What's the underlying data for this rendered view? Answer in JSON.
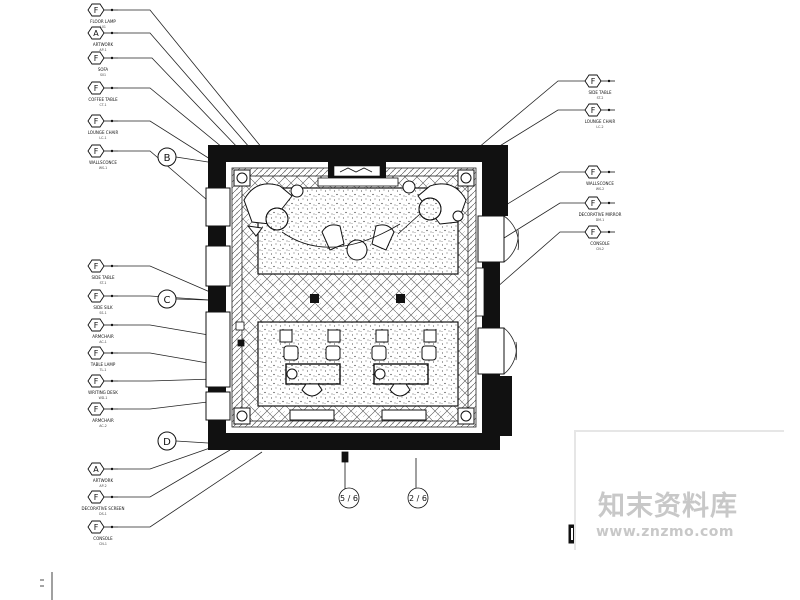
{
  "drawing": {
    "left_tags": [
      {
        "code": "F",
        "name": "FLOOR LAMP",
        "note": "L01"
      },
      {
        "code": "A",
        "name": "ARTWORK",
        "note": "AP-1"
      },
      {
        "code": "F",
        "name": "SOFA",
        "note": "S01"
      },
      {
        "code": "F",
        "name": "COFFEE TABLE",
        "note": "CT-1"
      },
      {
        "code": "F",
        "name": "LOUNGE CHAIR",
        "note": "LC-1"
      },
      {
        "code": "F",
        "name": "WALLSCONCE",
        "note": "WS-1"
      },
      {
        "code": "F",
        "name": "SIDE TABLE",
        "note": "ST-1"
      },
      {
        "code": "F",
        "name": "SIDE SILK",
        "note": "SS-1"
      },
      {
        "code": "F",
        "name": "ARMCHAIR",
        "note": "AC-1"
      },
      {
        "code": "F",
        "name": "TABLE LAMP",
        "note": "TL-1"
      },
      {
        "code": "F",
        "name": "WRITING DESK",
        "note": "WD-1"
      },
      {
        "code": "F",
        "name": "ARMCHAIR",
        "note": "AC-2"
      },
      {
        "code": "A",
        "name": "ARTWORK",
        "note": "AP-2"
      },
      {
        "code": "F",
        "name": "DECORATIVE SCREEN",
        "note": "DS-1"
      },
      {
        "code": "F",
        "name": "CONSOLE",
        "note": "CN-1"
      }
    ],
    "right_tags": [
      {
        "code": "F",
        "name": "SIDE TABLE",
        "note": "ST-2"
      },
      {
        "code": "F",
        "name": "LOUNGE CHAIR",
        "note": "LC-2"
      },
      {
        "code": "F",
        "name": "WALLSCONCE",
        "note": "WS-2"
      },
      {
        "code": "F",
        "name": "DECORATIVE MIRROR",
        "note": "DM-1"
      },
      {
        "code": "F",
        "name": "CONSOLE",
        "note": "CN-2"
      }
    ],
    "grid_bubbles": {
      "b": "B",
      "c": "C",
      "d": "D"
    },
    "section_markers": {
      "left": "5 / 6",
      "right": "2 / 6"
    }
  },
  "watermark": {
    "title": "知末资料库",
    "url": "www.znzmo.com"
  }
}
